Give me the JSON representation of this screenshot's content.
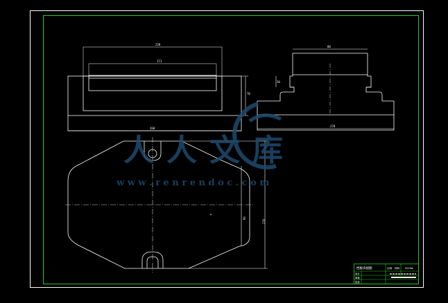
{
  "colors": {
    "background": "#000000",
    "outer_border": "#ffffff",
    "inner_border": "#22cc22",
    "lines": "#ffffff",
    "centerline": "#cccccc",
    "watermark": "#1e4a6e",
    "title_block_border": "#22cc22"
  },
  "dimensions": {
    "front_top_width": "220",
    "front_inner_width": "171",
    "front_base_width": "260",
    "front_height": "70",
    "side_top_width": "80",
    "side_base_width": "270",
    "side_step_height": "30",
    "plan_height_inner": "90",
    "plan_height_outer": "170"
  },
  "watermark": {
    "brand_text": "人人文库",
    "url_text": "w w w . r e n r e n d o c . c o m",
    "logo_icon": "renrendoc-logo-icon"
  },
  "title_block": {
    "drawing_name": "挡板块视图",
    "scale_label": "比例",
    "material_label": "材料",
    "drawing_code": "SOCOW",
    "row_labels": [
      "设计",
      "审核",
      "批准"
    ]
  }
}
